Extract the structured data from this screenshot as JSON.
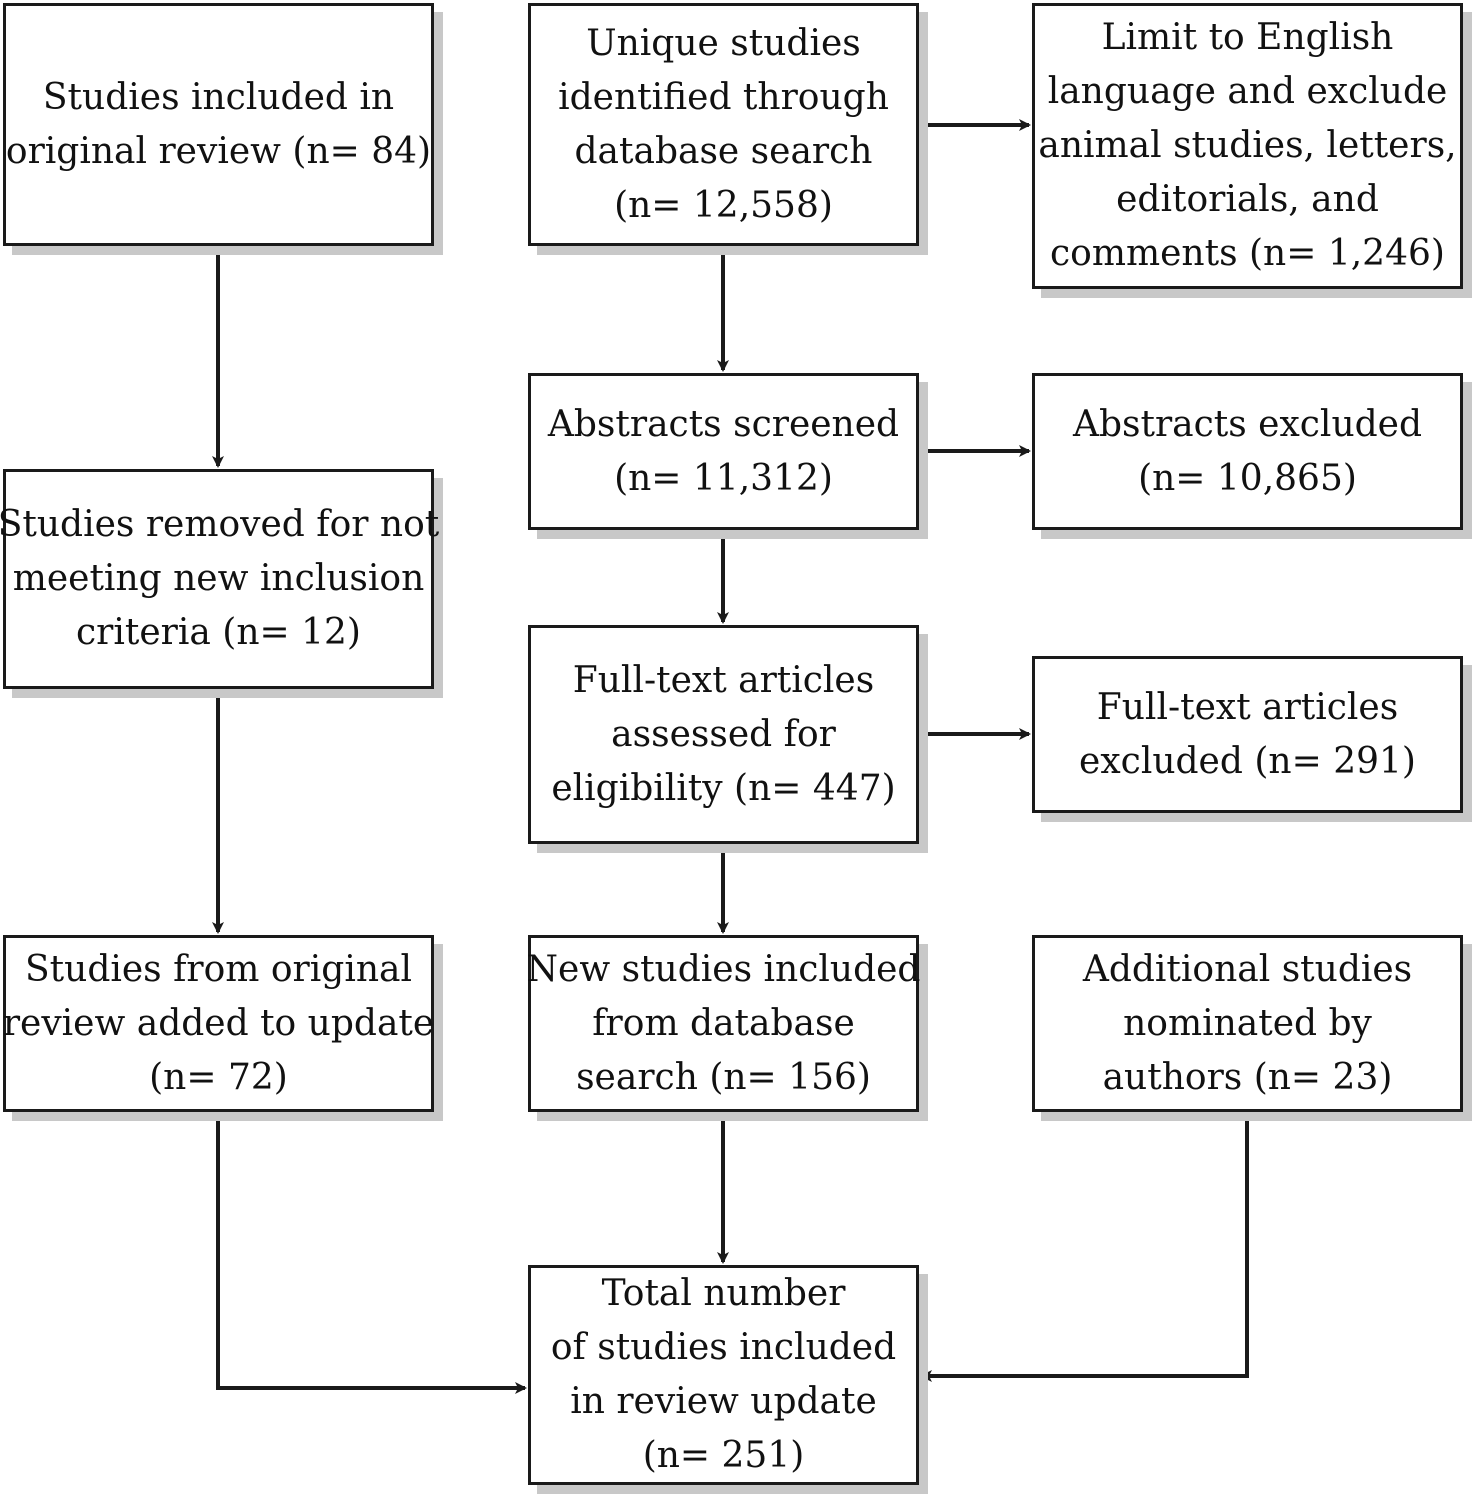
{
  "flowchart": {
    "boxes": {
      "original": {
        "lines": [
          "Studies included in",
          "original review (n= 84)"
        ]
      },
      "unique": {
        "lines": [
          "Unique studies",
          "identified through",
          "database search",
          "(n= 12,558)"
        ]
      },
      "limit": {
        "lines": [
          "Limit to English",
          "language and exclude",
          "animal studies, letters,",
          "editorials, and",
          "comments (n= 1,246)"
        ]
      },
      "removed": {
        "lines": [
          "Studies removed for not",
          "meeting new inclusion",
          "criteria (n= 12)"
        ]
      },
      "abs_screened": {
        "lines": [
          "Abstracts screened",
          "(n= 11,312)"
        ]
      },
      "abs_excluded": {
        "lines": [
          "Abstracts excluded",
          "(n= 10,865)"
        ]
      },
      "ft_assessed": {
        "lines": [
          "Full-text articles",
          "assessed for",
          "eligibility (n= 447)"
        ]
      },
      "ft_excluded": {
        "lines": [
          "Full-text articles",
          "excluded (n= 291)"
        ]
      },
      "from_original": {
        "lines": [
          "Studies from original",
          "review added to update",
          "(n= 72)"
        ]
      },
      "new": {
        "lines": [
          "New studies included",
          "from database",
          "search (n= 156)"
        ]
      },
      "additional": {
        "lines": [
          "Additional studies",
          "nominated by",
          "authors (n= 23)"
        ]
      },
      "total": {
        "lines": [
          "Total number",
          "of studies included",
          "in review update",
          "(n= 251)"
        ]
      }
    },
    "edges": [
      {
        "from": "original",
        "to": "removed"
      },
      {
        "from": "removed",
        "to": "from_original"
      },
      {
        "from": "from_original",
        "to": "total"
      },
      {
        "from": "unique",
        "to": "limit"
      },
      {
        "from": "unique",
        "to": "abs_screened"
      },
      {
        "from": "abs_screened",
        "to": "abs_excluded"
      },
      {
        "from": "abs_screened",
        "to": "ft_assessed"
      },
      {
        "from": "ft_assessed",
        "to": "ft_excluded"
      },
      {
        "from": "ft_assessed",
        "to": "new"
      },
      {
        "from": "new",
        "to": "total"
      },
      {
        "from": "additional",
        "to": "total"
      }
    ]
  }
}
